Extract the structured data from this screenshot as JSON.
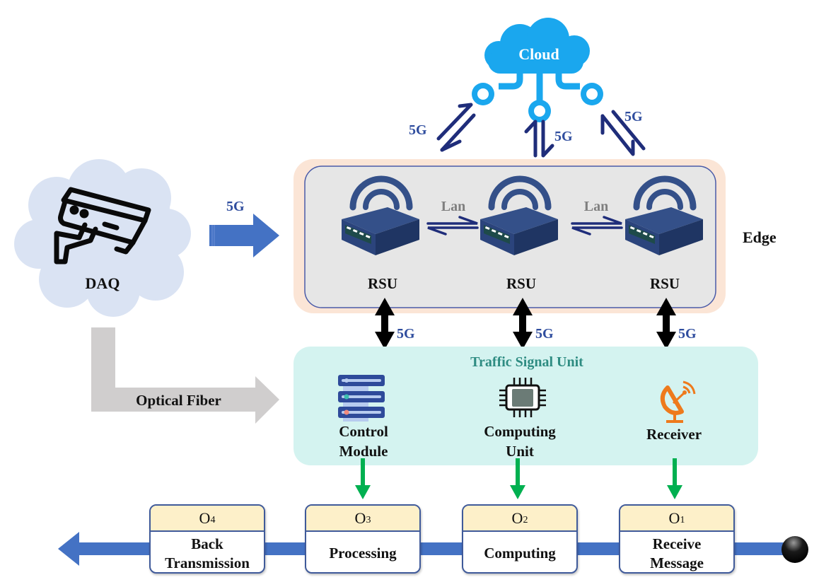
{
  "cloud": {
    "label": "Cloud",
    "color": "#1AA7EE",
    "links": [
      "5G",
      "5G",
      "5G"
    ]
  },
  "daq": {
    "label": "DAQ",
    "icon": "security-camera-icon",
    "bg_color": "#DAE3F3",
    "link_5g_label": "5G"
  },
  "edge": {
    "label": "Edge",
    "outer_color": "#FBE5D6",
    "inner_color": "#E6E6E6",
    "rsus": [
      {
        "label": "RSU",
        "icon": "router-icon"
      },
      {
        "label": "RSU",
        "icon": "router-icon"
      },
      {
        "label": "RSU",
        "icon": "router-icon"
      }
    ],
    "lan_links": [
      "Lan",
      "Lan"
    ],
    "down_links": [
      "5G",
      "5G",
      "5G"
    ]
  },
  "optical_fiber": {
    "label": "Optical Fiber",
    "color": "#D0CECE"
  },
  "traffic_signal_unit": {
    "title": "Traffic Signal Unit",
    "title_color": "#2E8C82",
    "bg_color": "#D4F3F0",
    "components": [
      {
        "label_line1": "Control",
        "label_line2": "Module",
        "icon": "server-rack-icon"
      },
      {
        "label_line1": "Computing",
        "label_line2": "Unit",
        "icon": "cpu-chip-icon"
      },
      {
        "label_line1": "Receiver",
        "label_line2": "",
        "icon": "satellite-dish-icon"
      }
    ]
  },
  "pipeline": {
    "arrow_color": "#4472C4",
    "flow_color": "#00B050",
    "stages": [
      {
        "op": "O",
        "sub": "4",
        "line1": "Back",
        "line2": "Transmission"
      },
      {
        "op": "O",
        "sub": "3",
        "line1": "Processing",
        "line2": ""
      },
      {
        "op": "O",
        "sub": "2",
        "line1": "Computing",
        "line2": ""
      },
      {
        "op": "O",
        "sub": "1",
        "line1": "Receive",
        "line2": "Message"
      }
    ]
  }
}
